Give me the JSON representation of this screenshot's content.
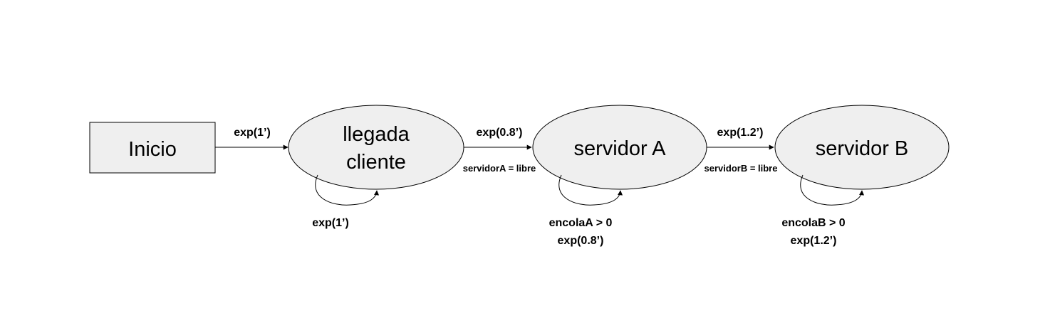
{
  "colors": {
    "node_fill": "#efefef",
    "stroke": "#000000",
    "text": "#000000",
    "background": "#ffffff"
  },
  "nodes": {
    "inicio": {
      "label": "Inicio"
    },
    "llegada": {
      "label_line1": "llegada",
      "label_line2": "cliente"
    },
    "servidor_a": {
      "label": "servidor A"
    },
    "servidor_b": {
      "label": "servidor B"
    }
  },
  "edges": {
    "inicio_to_llegada": {
      "label": "exp(1’)"
    },
    "llegada_to_a": {
      "label": "exp(0.8’)",
      "condition": "servidorA = libre"
    },
    "a_to_b": {
      "label": "exp(1.2’)",
      "condition": "servidorB = libre"
    }
  },
  "loops": {
    "llegada": {
      "label": "exp(1’)"
    },
    "servidor_a": {
      "condition": "encolaA > 0",
      "label": "exp(0.8’)"
    },
    "servidor_b": {
      "condition": "encolaB > 0",
      "label": "exp(1.2’)"
    }
  }
}
